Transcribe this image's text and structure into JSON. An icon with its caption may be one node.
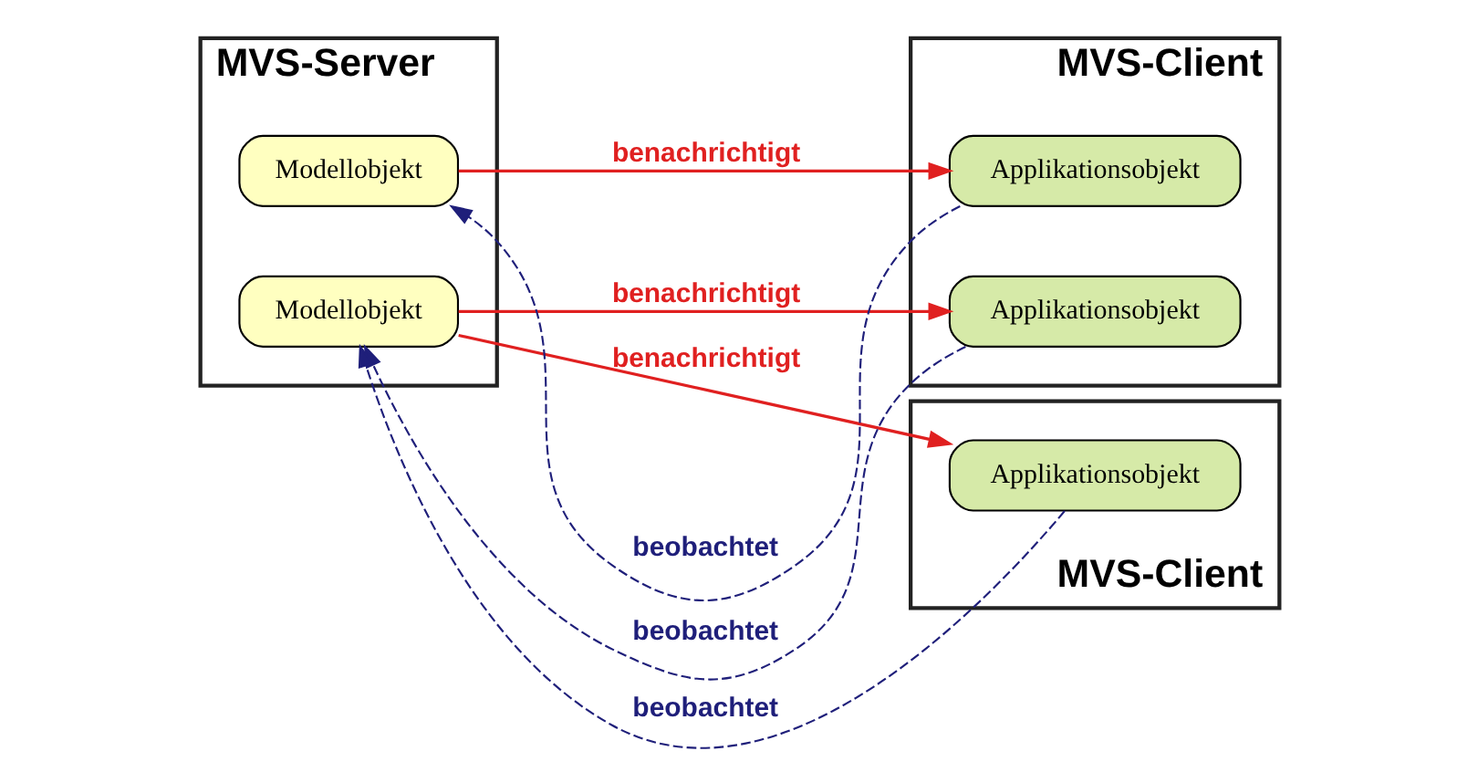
{
  "diagram": {
    "nodes": [
      {
        "text": [
          "MVS-Server"
        ]
      },
      {
        "text": [
          "Modellobjekt"
        ],
        "in": 0
      },
      {
        "text": [
          "Modellobjekt"
        ],
        "in": 0
      },
      {
        "text": [
          "MVS-Client"
        ]
      },
      {
        "text": [
          "Applikationsobjekt"
        ],
        "in": 3
      },
      {
        "text": [
          "Applikationsobjekt"
        ],
        "in": 3
      },
      {
        "text": [
          "MVS-Client"
        ]
      },
      {
        "text": [
          "Applikationsobjekt"
        ],
        "in": 6
      }
    ],
    "edges": [
      {
        "from": 4,
        "to": 1,
        "arrow": "to",
        "label": "beobachtet",
        "style": "dashed",
        "color": "#1f1f7a"
      },
      {
        "from": 1,
        "to": 4,
        "arrow": "to",
        "label": "benachrichtigt",
        "color": "#e02020"
      },
      {
        "from": 5,
        "to": 2,
        "arrow": "to",
        "label": "beobachtet",
        "style": "dashed",
        "color": "#1f1f7a"
      },
      {
        "from": 2,
        "to": 5,
        "arrow": "to",
        "label": "benachrichtigt",
        "color": "#e02020"
      },
      {
        "from": 7,
        "to": 2,
        "arrow": "to",
        "label": "beobachtet",
        "style": "dashed",
        "color": "#1f1f7a"
      },
      {
        "from": 2,
        "to": 7,
        "arrow": "to",
        "label": "benachrichtigt",
        "color": "#e02020"
      }
    ]
  }
}
